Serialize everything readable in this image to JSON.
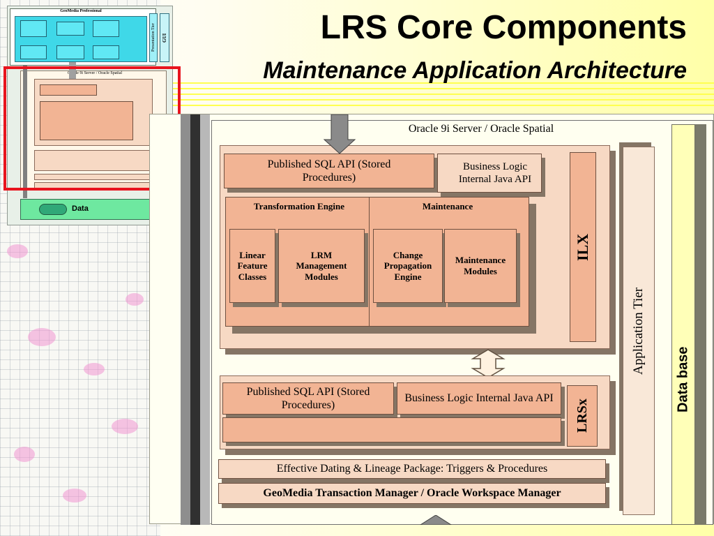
{
  "slide": {
    "title": "LRS Core Components",
    "subtitle": "Maintenance Application Architecture"
  },
  "thumbnail": {
    "top_box": "GeoMedia Professional",
    "presentation_tier": "Presentation Tier",
    "gui": "GUI",
    "server": "Oracle 9i Server / Oracle Spatial",
    "data": "Data",
    "highlight_color": "#e8141e"
  },
  "diagram": {
    "server_title": "Oracle 9i Server / Oracle Spatial",
    "database_label": "Data base",
    "application_tier": "Application Tier",
    "ilx": "ILX",
    "lrsx": "LRSx",
    "upper": {
      "sql_api": "Published SQL API (Stored Procedures)",
      "business_logic": "Business Logic Internal Java API",
      "transformation_engine": "Transformation Engine",
      "maintenance": "Maintenance",
      "linear_feature_classes": "Linear Feature Classes",
      "lrm_modules": "LRM Management Modules",
      "change_propagation": "Change Propagation Engine",
      "maintenance_modules": "Maintenance Modules"
    },
    "lower": {
      "sql_api": "Published SQL API (Stored Procedures)",
      "business_logic": "Business Logic Internal Java API"
    },
    "effective_dating": "Effective Dating & Lineage Package:  Triggers & Procedures",
    "transaction_manager": "GeoMedia Transaction Manager / Oracle Workspace Manager",
    "colors": {
      "component_fill": "#f2b494",
      "panel_fill": "#f7d9c4",
      "frame_fill": "#fffff2"
    }
  }
}
